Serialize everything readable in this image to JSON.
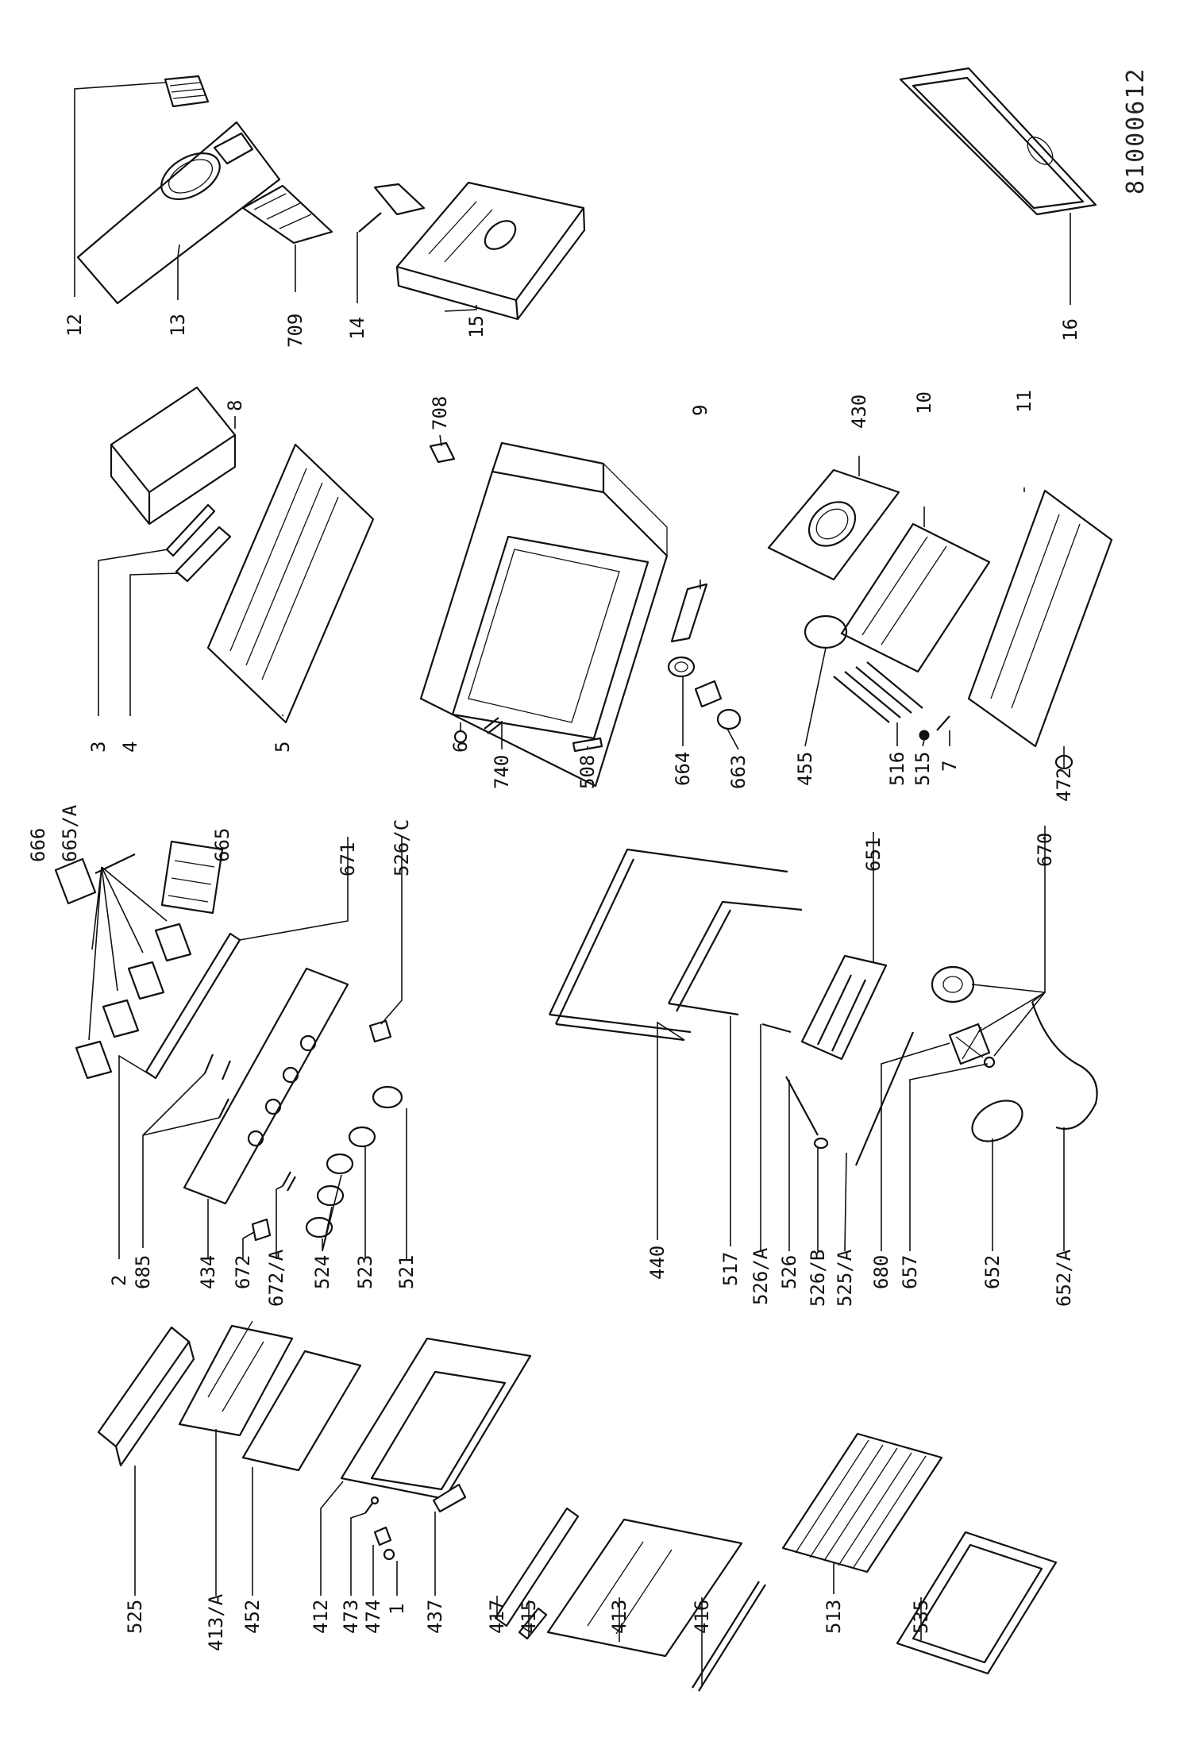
{
  "document": {
    "id": "81000612"
  },
  "labels": {
    "p12": "12",
    "p13": "13",
    "p709": "709",
    "p14": "14",
    "p15": "15",
    "p16": "16",
    "p8": "8",
    "p708": "708",
    "p9": "9",
    "p430": "430",
    "p10": "10",
    "p11": "11",
    "p3": "3",
    "p4": "4",
    "p5": "5",
    "p6": "6",
    "p740": "740",
    "p508": "508",
    "p664": "664",
    "p663": "663",
    "p455": "455",
    "p516": "516",
    "p515": "515",
    "p7": "7",
    "p472": "472",
    "p666": "666",
    "p665a": "665/A",
    "p665": "665",
    "p671": "671",
    "p526c": "526/C",
    "p651": "651",
    "p670": "670",
    "p2": "2",
    "p685": "685",
    "p434": "434",
    "p672": "672",
    "p672a": "672/A",
    "p524": "524",
    "p523": "523",
    "p521": "521",
    "p440": "440",
    "p517": "517",
    "p526a": "526/A",
    "p526": "526",
    "p526b": "526/B",
    "p525a": "525/A",
    "p680": "680",
    "p657": "657",
    "p652": "652",
    "p652a": "652/A",
    "p525": "525",
    "p413a": "413/A",
    "p452": "452",
    "p412": "412",
    "p473": "473",
    "p474": "474",
    "p1": "1",
    "p437": "437",
    "p417": "417",
    "p415": "415",
    "p413": "413",
    "p416": "416",
    "p513": "513",
    "p535": "535"
  }
}
